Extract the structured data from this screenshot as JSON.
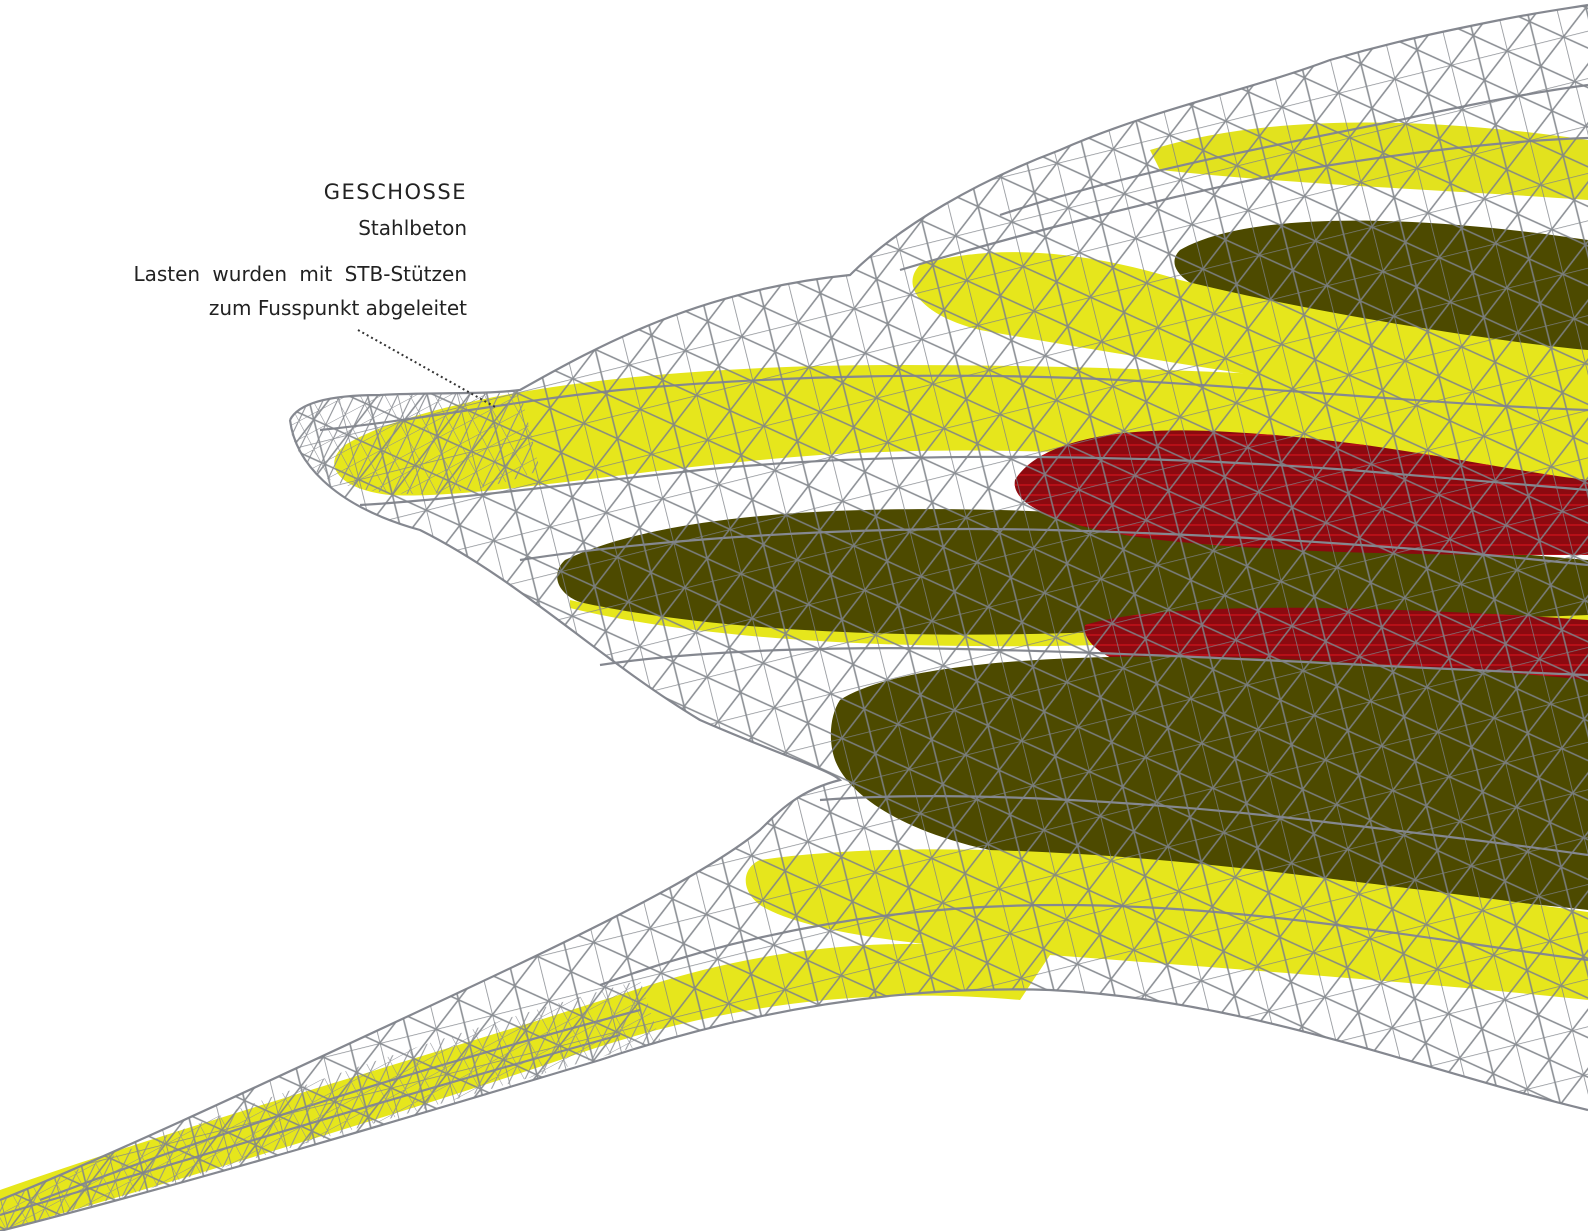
{
  "annotation": {
    "title": "GESCHOSSE",
    "subtitle": "Stahlbeton",
    "note_line1": "Lasten wurden mit STB-Stützen",
    "note_line2": "zum Fusspunkt abgeleitet"
  },
  "colors": {
    "background": "#ffffff",
    "slab_yellow": "#e8e81e",
    "slab_dark": "#4d4a00",
    "slab_red": "#8b0a10",
    "wireframe": "#8c8f96"
  }
}
